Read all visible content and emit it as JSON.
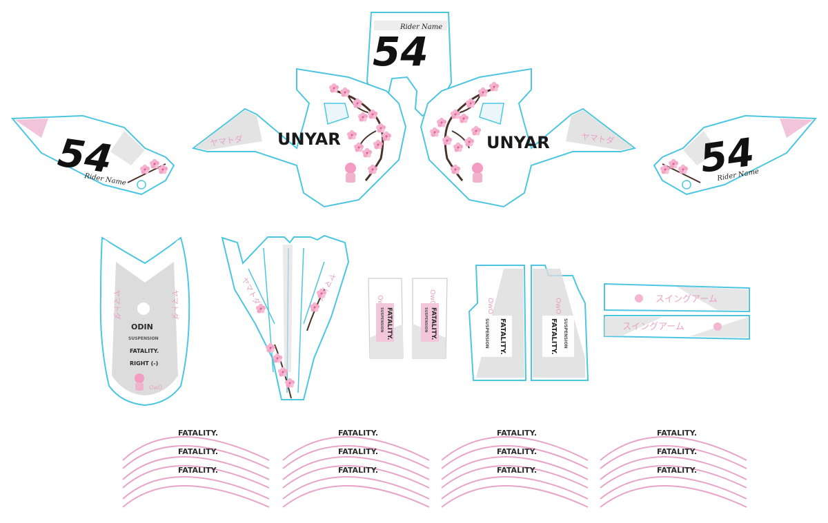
{
  "colors": {
    "outline": "#4cc6e0",
    "panel_grey": "#dcdcdc",
    "sakura_pink": "#f2a9c9",
    "rim_pink": "#e8a4c8",
    "ink": "#111111"
  },
  "number_plate": {
    "number": "54",
    "rider_name": "Rider Name"
  },
  "shroud_left": {
    "brand": "UNYAR",
    "jp_text": "ヤマトダ"
  },
  "shroud_right": {
    "brand": "UNYAR",
    "jp_text": "ヤマトダ"
  },
  "side_panel_left": {
    "number": "54",
    "rider_name": "Rider Name"
  },
  "side_panel_right": {
    "number": "54",
    "rider_name": "Rider Name"
  },
  "front_fender": {
    "jp_left": "ヤマトダ",
    "jp_right": "ヤマトダ",
    "sponsors": [
      "ODIN",
      "SUSPENSION",
      "FATALITY.",
      "RIGHT (-)"
    ],
    "owo": "OwO"
  },
  "rear_fender": {
    "jp_left": "ヤマトダ",
    "jp_right": "ヤマトダ"
  },
  "fork_guards": {
    "owo": "OwO",
    "brand": "FATALITY.",
    "sponsor": "SUSPENSION"
  },
  "frame_guards": {
    "owo": "OwO",
    "brand": "FATALITY.",
    "sponsor": "SUSPENSION"
  },
  "swingarm": {
    "top_text": "スイングアーム",
    "bottom_text": "スイングアーム"
  },
  "rim_stickers": {
    "brand": "FATALITY."
  }
}
